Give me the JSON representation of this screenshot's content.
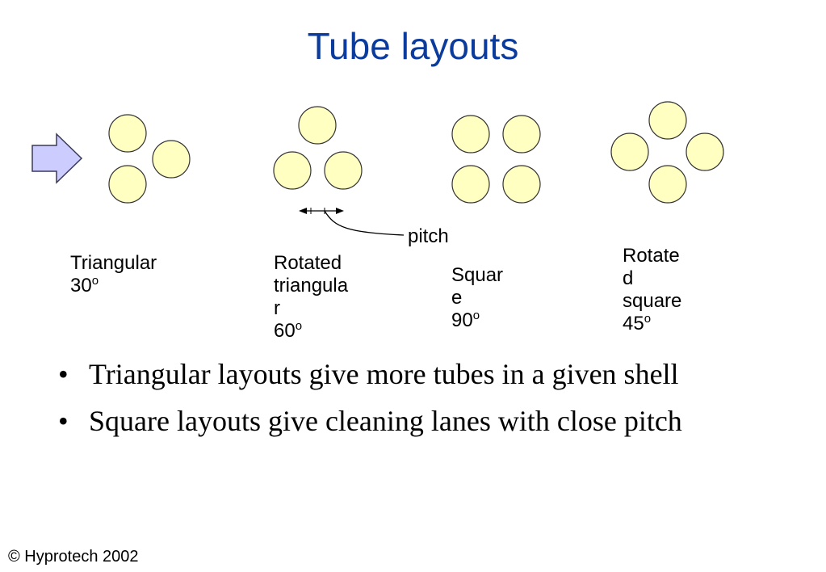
{
  "slide": {
    "title": "Tube layouts",
    "footer": "© Hyprotech 2002"
  },
  "diagram": {
    "pitch_label": "pitch",
    "tube_fill": "#ffffc2",
    "arrow_fill": "#ccccff",
    "layouts": [
      {
        "lines": [
          "Triangular"
        ],
        "angle": "30",
        "degree_mark": "o"
      },
      {
        "lines": [
          "Rotated",
          "triangula",
          "r"
        ],
        "angle": "60",
        "degree_mark": "o"
      },
      {
        "lines": [
          "Squar",
          "e"
        ],
        "angle": "90",
        "degree_mark": "o"
      },
      {
        "lines": [
          "Rotate",
          "d",
          "square"
        ],
        "angle": "45",
        "degree_mark": "o"
      }
    ]
  },
  "bullets": [
    "Triangular layouts give more tubes in a given shell",
    "Square layouts give cleaning lanes with close pitch"
  ],
  "bullet_symbol": "•"
}
